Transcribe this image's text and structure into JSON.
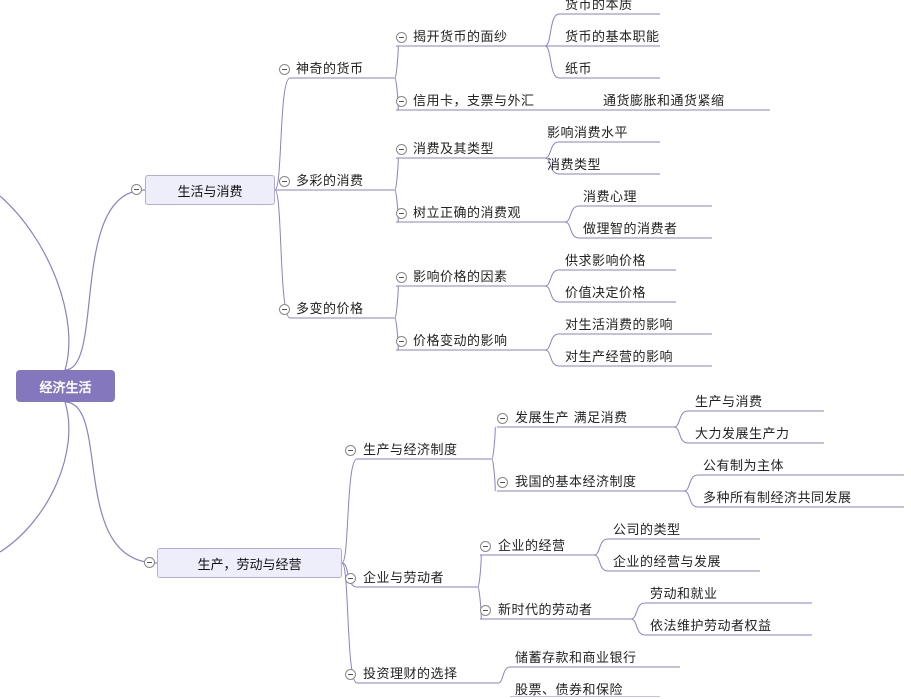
{
  "root": {
    "label": "经济生活"
  },
  "branches": [
    {
      "label": "生活与消费",
      "children": [
        {
          "label": "神奇的货币",
          "children": [
            {
              "label": "揭开货币的面纱",
              "children": [
                "货币的本质",
                "货币的基本职能",
                "纸币"
              ]
            },
            {
              "label": "信用卡，支票与外汇",
              "children": [
                "通货膨胀和通货紧缩"
              ]
            }
          ]
        },
        {
          "label": "多彩的消费",
          "children": [
            {
              "label": "消费及其类型",
              "children": [
                "影响消费水平",
                "消费类型"
              ]
            },
            {
              "label": "树立正确的消费观",
              "children": [
                "消费心理",
                "做理智的消费者"
              ]
            }
          ]
        },
        {
          "label": "多变的价格",
          "children": [
            {
              "label": "影响价格的因素",
              "children": [
                "供求影响价格",
                "价值决定价格"
              ]
            },
            {
              "label": "价格变动的影响",
              "children": [
                "对生活消费的影响",
                "对生产经营的影响"
              ]
            }
          ]
        }
      ]
    },
    {
      "label": "生产，劳动与经营",
      "children": [
        {
          "label": "生产与经济制度",
          "children": [
            {
              "label": "发展生产 满足消费",
              "children": [
                "生产与消费",
                "大力发展生产力"
              ]
            },
            {
              "label": "我国的基本经济制度",
              "children": [
                "公有制为主体",
                "多种所有制经济共同发展"
              ]
            }
          ]
        },
        {
          "label": "企业与劳动者",
          "children": [
            {
              "label": "企业的经营",
              "children": [
                "公司的类型",
                "企业的经营与发展"
              ]
            },
            {
              "label": "新时代的劳动者",
              "children": [
                "劳动和就业",
                "依法维护劳动者权益"
              ]
            }
          ]
        },
        {
          "label": "投资理财的选择",
          "children": [
            {
              "label": "储蓄存款和商业银行",
              "children": []
            },
            {
              "label": "股票、债券和保险",
              "children": []
            }
          ]
        }
      ]
    }
  ],
  "colors": {
    "line": "#8a82c4",
    "root_fill": "#8477bd",
    "l1_fill": "#eeeefa"
  }
}
